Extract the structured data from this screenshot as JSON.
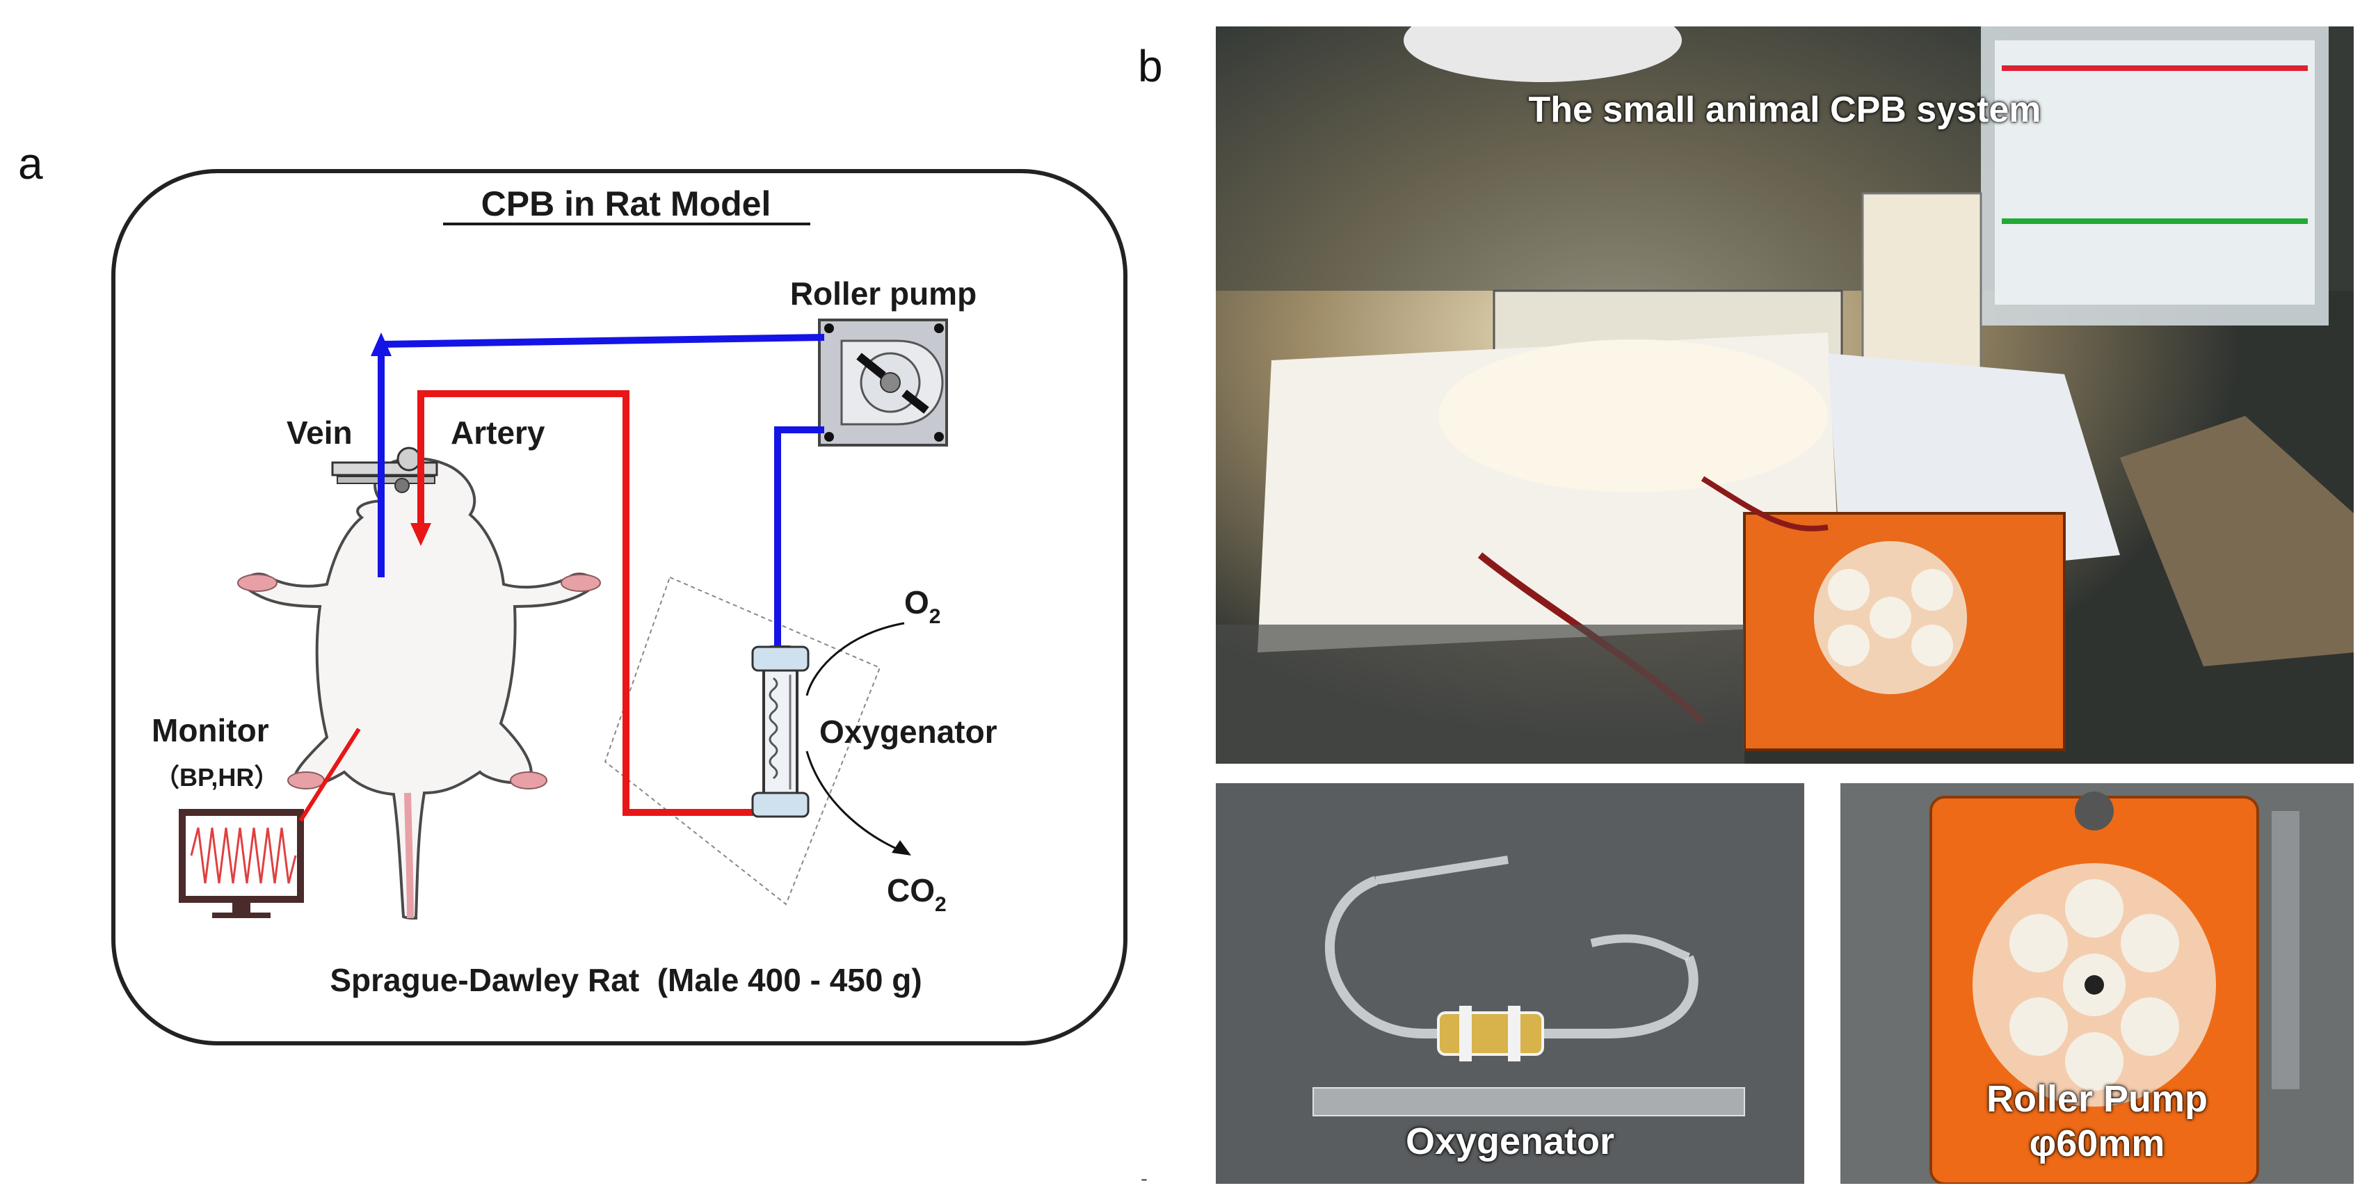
{
  "panel_a": {
    "letter": "a",
    "title": "CPB in Rat Model",
    "labels": {
      "roller_pump": "Roller pump",
      "vein": "Vein",
      "artery": "Artery",
      "monitor": "Monitor",
      "monitor_sub": "（BP,HR）",
      "oxygenator": "Oxygenator",
      "o2": "O",
      "o2_sub": "2",
      "co2": "CO",
      "co2_sub": "2",
      "caption": "Sprague-Dawley Rat  (Male 400 - 450 g)"
    },
    "colors": {
      "venous": "#1414e6",
      "arterial": "#e81616",
      "frame": "#222222"
    }
  },
  "panel_b": {
    "letter": "b",
    "main_photo_caption": "The small animal CPB system",
    "oxygenator_photo_caption": "Oxygenator",
    "pump_photo_caption_line1": "Roller Pump",
    "pump_photo_caption_line2": "φ60mm",
    "bottom_mark": "-"
  }
}
